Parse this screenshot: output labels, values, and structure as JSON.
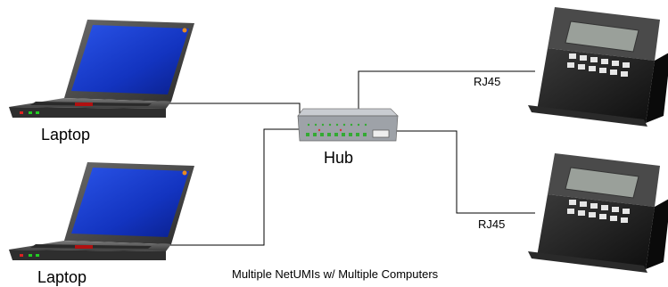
{
  "labels": {
    "laptop_top": "Laptop",
    "laptop_bottom": "Laptop",
    "hub": "Hub",
    "rj45_top": "RJ45",
    "rj45_bottom": "RJ45",
    "caption": "Multiple NetUMIs w/ Multiple Computers"
  },
  "colors": {
    "laptop_screen": "#1638c8",
    "laptop_body": "#4a4a4a",
    "device_body": "#1c1c1c",
    "lcd": "#9aa09a",
    "cable": "#000000"
  },
  "icons": [
    "laptop-icon",
    "laptop-icon",
    "network-hub-icon",
    "netumi-device-icon",
    "netumi-device-icon"
  ]
}
